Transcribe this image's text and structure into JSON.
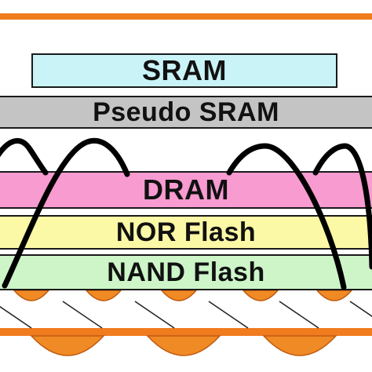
{
  "layers": {
    "sram": "SRAM",
    "pseudo_sram": "Pseudo SRAM",
    "dram": "DRAM",
    "nor_flash": "NOR Flash",
    "nand_flash": "NAND Flash"
  },
  "colors": {
    "sram": "#c9f3f7",
    "pseudo_sram": "#c4c4c4",
    "dram": "#f79bd1",
    "nor_flash": "#fbf8a6",
    "nand_flash": "#cdf5c8",
    "substrate": "#f07c1e",
    "solder": "#f08a24",
    "wire": "#000000"
  }
}
